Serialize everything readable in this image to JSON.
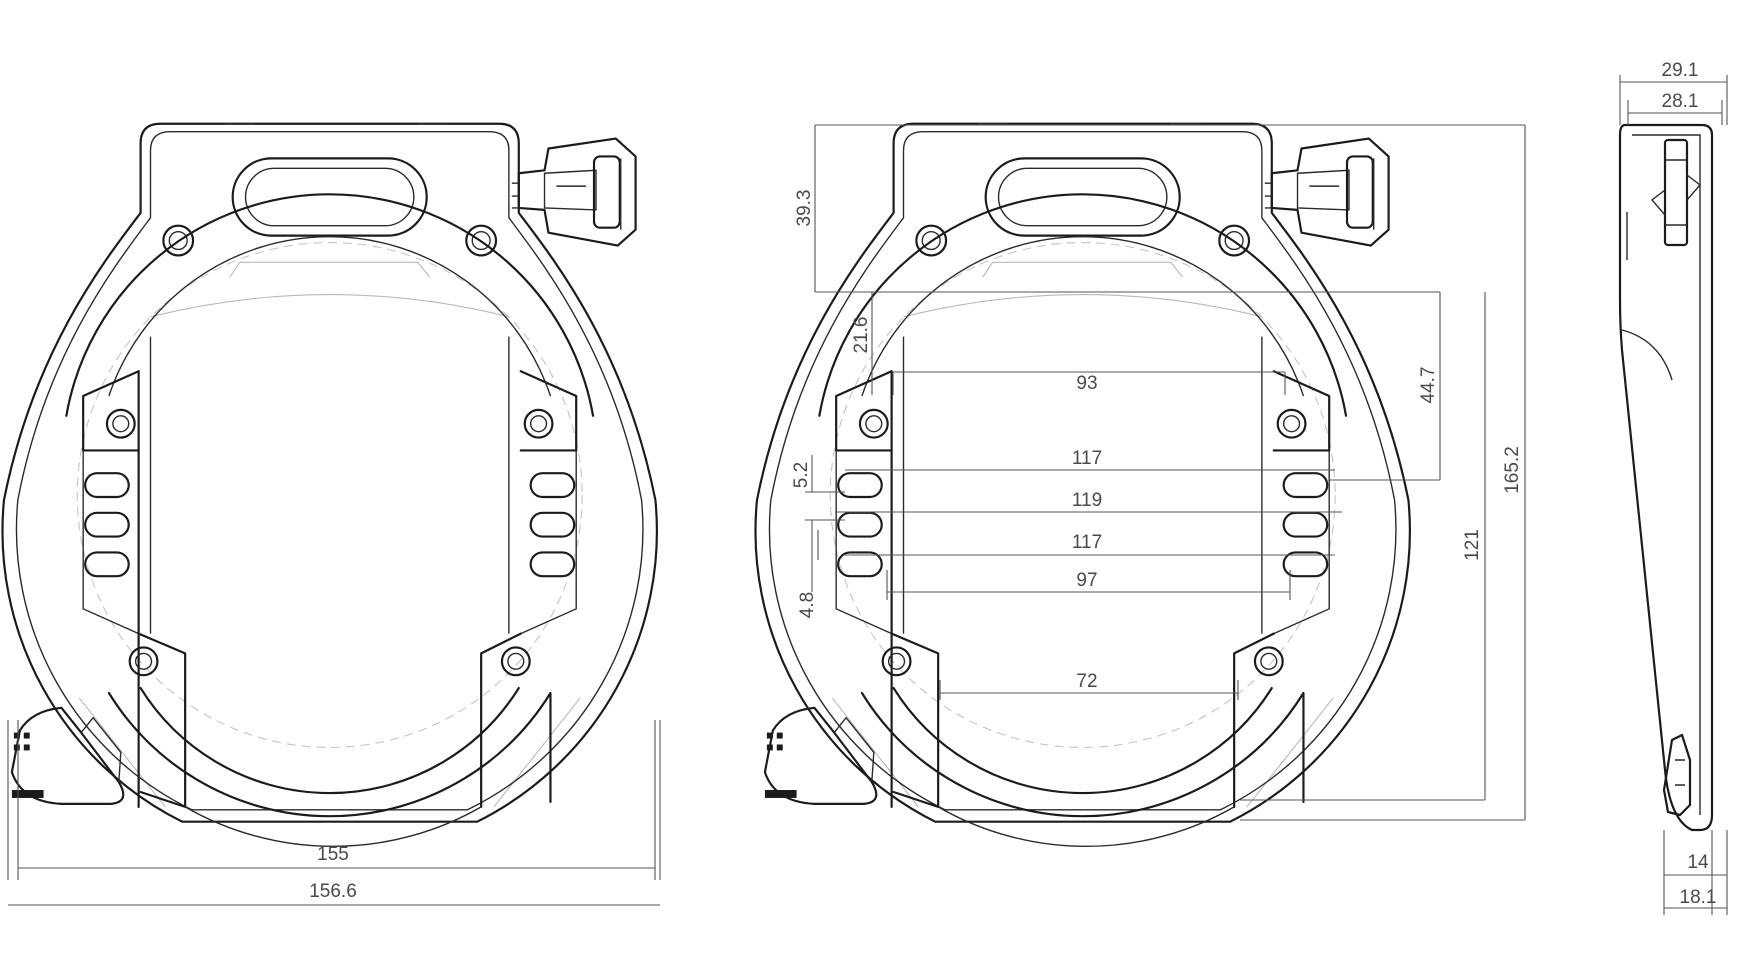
{
  "front_view": {
    "dimensions": {
      "width_inner": "155",
      "width_outer": "156.6"
    }
  },
  "detail_view": {
    "dimensions": {
      "top_height": "39.3",
      "ring_offset": "21.6",
      "width_93": "93",
      "width_117_top": "117",
      "width_119": "119",
      "width_117_bottom": "117",
      "width_97": "97",
      "width_72": "72",
      "slot_height": "5.2",
      "slot_gap": "4.8",
      "bracket_height": "44.7",
      "opening_height": "121",
      "total_height": "165.2"
    }
  },
  "side_view": {
    "dimensions": {
      "top_depth_outer": "29.1",
      "top_depth_inner": "28.1",
      "bottom_depth_inner": "14",
      "bottom_depth_outer": "18.1"
    }
  },
  "colors": {
    "line": "#1b1b1b",
    "hidden_line": "#b9b9b9",
    "dimension_line": "#555555",
    "background": "#ffffff"
  }
}
